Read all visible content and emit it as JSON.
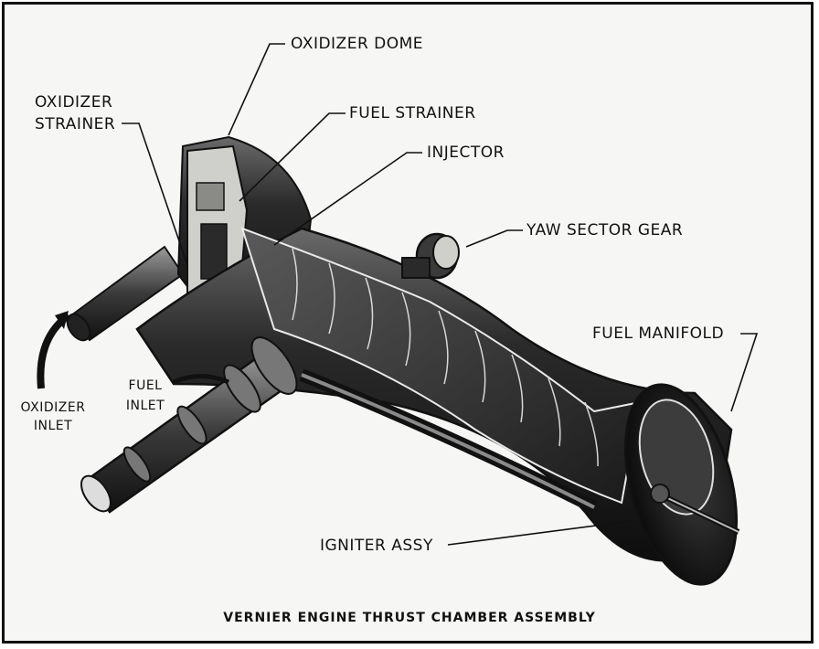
{
  "labels": {
    "oxidizer_dome": "OXIDIZER DOME",
    "oxidizer_strainer_line1": "OXIDIZER",
    "oxidizer_strainer_line2": "STRAINER",
    "fuel_strainer": "FUEL STRAINER",
    "injector": "INJECTOR",
    "yaw_sector_gear": "YAW SECTOR GEAR",
    "fuel_manifold": "FUEL MANIFOLD",
    "fuel_inlet_line1": "FUEL",
    "fuel_inlet_line2": "INLET",
    "oxidizer_inlet_line1": "OXIDIZER",
    "oxidizer_inlet_line2": "INLET",
    "igniter_assy": "IGNITER ASSY"
  },
  "caption": "VERNIER ENGINE THRUST CHAMBER ASSEMBLY",
  "colors": {
    "ink": "#111111",
    "paper": "#f6f6f4",
    "metal_dark": "#1c1c1c",
    "metal_mid": "#555555",
    "cutaway": "#dcdcd8"
  }
}
